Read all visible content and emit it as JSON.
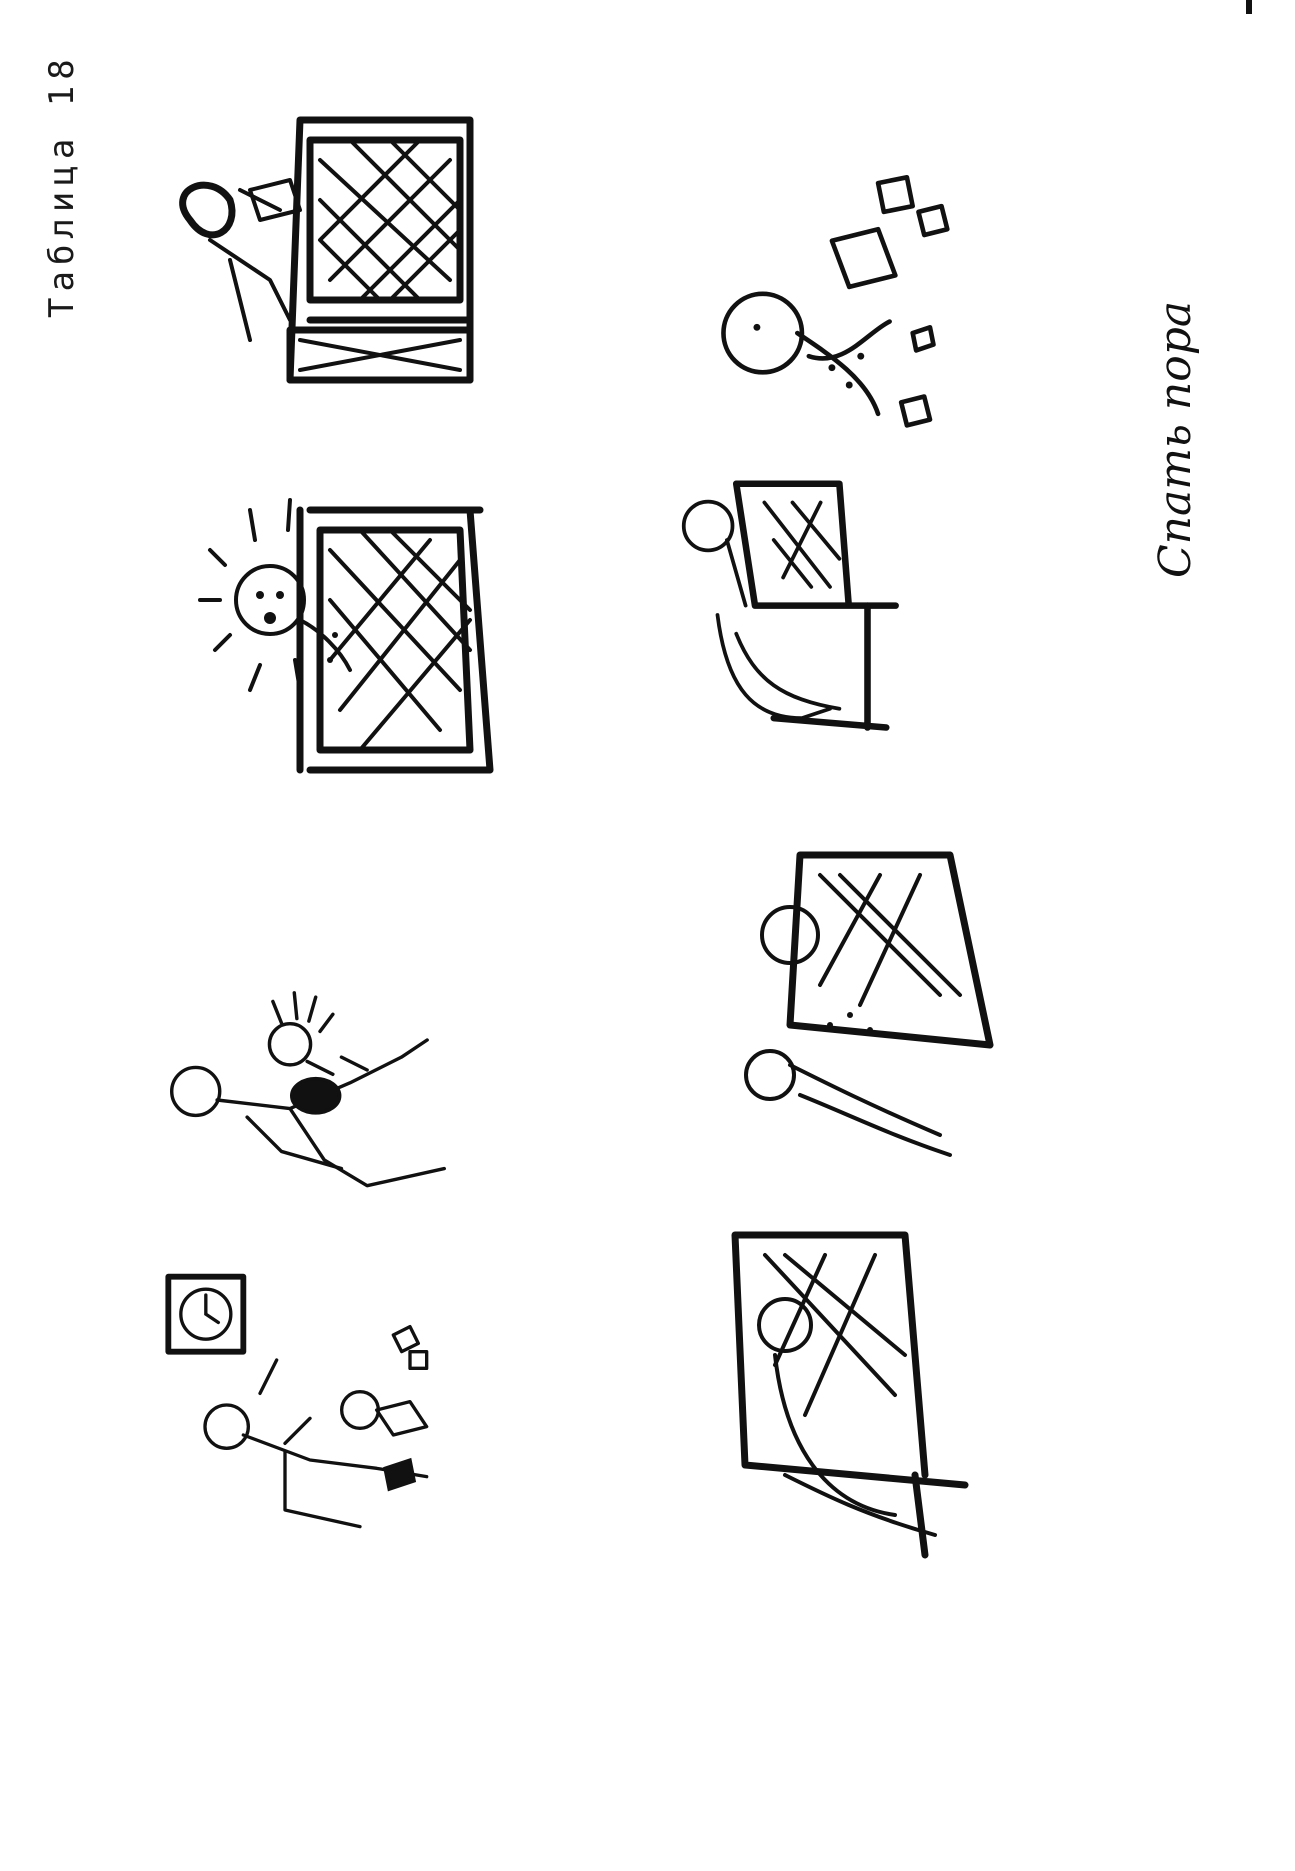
{
  "page": {
    "table_label": "Таблица 18",
    "caption": "Спать пора"
  },
  "colors": {
    "ink": "#111111",
    "paper": "#ffffff"
  },
  "panels": [
    {
      "id": "crib-mother-reading",
      "icon": "crib-with-mother-reading-icon"
    },
    {
      "id": "crib-child-crying",
      "icon": "crib-with-crying-child-icon"
    },
    {
      "id": "mother-child-playing",
      "icon": "mother-with-crying-child-icon"
    },
    {
      "id": "mother-child-clock",
      "icon": "mother-child-and-clock-icon"
    },
    {
      "id": "child-with-blocks",
      "icon": "child-playing-blocks-icon"
    },
    {
      "id": "woman-at-crib",
      "icon": "woman-leaning-over-crib-icon"
    },
    {
      "id": "two-children-crib",
      "icon": "children-at-crib-icon"
    },
    {
      "id": "woman-crib-children",
      "icon": "woman-sitting-by-crib-icon"
    }
  ]
}
